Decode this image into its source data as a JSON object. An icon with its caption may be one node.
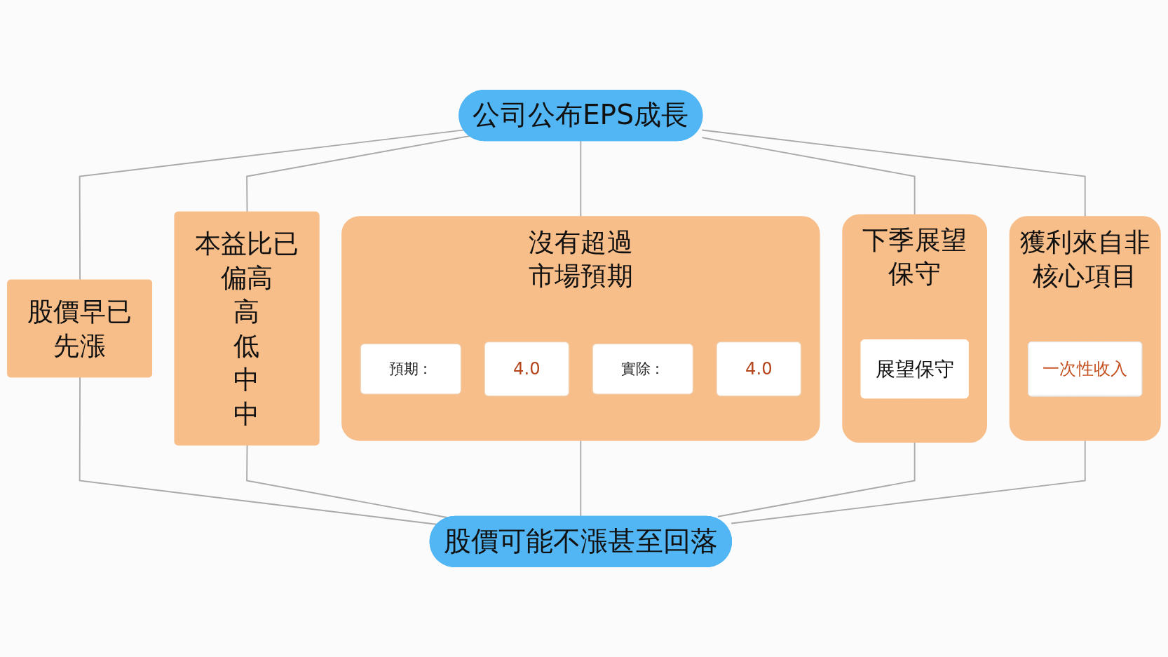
{
  "diagram": {
    "nodes": [
      {
        "text": [
          "公司公布EPS成長"
        ]
      },
      {
        "text": [
          "股價早已先漲"
        ]
      },
      {
        "text": [
          "沒有超過市場預期"
        ]
      },
      {
        "text": [
          "預期："
        ],
        "in": 2
      },
      {
        "text": [
          "4.0"
        ],
        "in": 2
      },
      {
        "text": [
          "實除："
        ],
        "in": 2
      },
      {
        "text": [
          "4.0"
        ],
        "in": 2
      },
      {
        "text": [
          "下季展望保守"
        ]
      },
      {
        "text": [
          "展望保守"
        ],
        "in": 7
      },
      {
        "text": [
          "本益比已偏高",
          "高",
          "低",
          "中",
          "中"
        ]
      },
      {
        "text": [
          "獲利來自非核心項目"
        ]
      },
      {
        "text": [
          "一次性收入"
        ],
        "in": 10
      },
      {
        "text": [
          "股價可能不漲甚至回落"
        ]
      }
    ],
    "edges": [
      {
        "from": 0,
        "to": 1,
        "arrow": "none"
      },
      {
        "from": 0,
        "to": 2,
        "arrow": "none"
      },
      {
        "from": 0,
        "to": 7,
        "arrow": "none"
      },
      {
        "from": 0,
        "to": 9,
        "arrow": "none"
      },
      {
        "from": 0,
        "to": 10,
        "arrow": "none"
      },
      {
        "from": 1,
        "to": 12,
        "arrow": "none"
      },
      {
        "from": 2,
        "to": 12,
        "arrow": "none"
      },
      {
        "from": 7,
        "to": 12,
        "arrow": "none"
      },
      {
        "from": 9,
        "to": 12,
        "arrow": "none"
      },
      {
        "from": 10,
        "to": 12,
        "arrow": "none"
      }
    ]
  }
}
